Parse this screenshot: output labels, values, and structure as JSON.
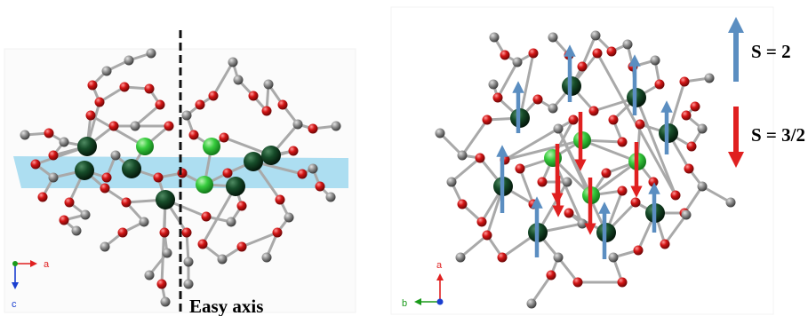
{
  "left_panel": {
    "axis_label": "Easy axis",
    "triad": {
      "horizontal": "a",
      "vertical": "c"
    }
  },
  "right_panel": {
    "triad": {
      "horizontal": "b",
      "vertical": "a"
    }
  },
  "legend": {
    "items": [
      {
        "label": "S = 2",
        "color": "#5b8ec1",
        "direction": "up"
      },
      {
        "label": "S = 3/2",
        "color": "#e02020",
        "direction": "down"
      }
    ]
  },
  "colors": {
    "mn_dark": "#0f3d1f",
    "mn_light": "#2fc53a",
    "oxygen": "#cc1010",
    "carbon": "#8a8a8a",
    "plane": "#9fd8ee",
    "spin_up": "#5b8ec1",
    "spin_down": "#e02020"
  }
}
